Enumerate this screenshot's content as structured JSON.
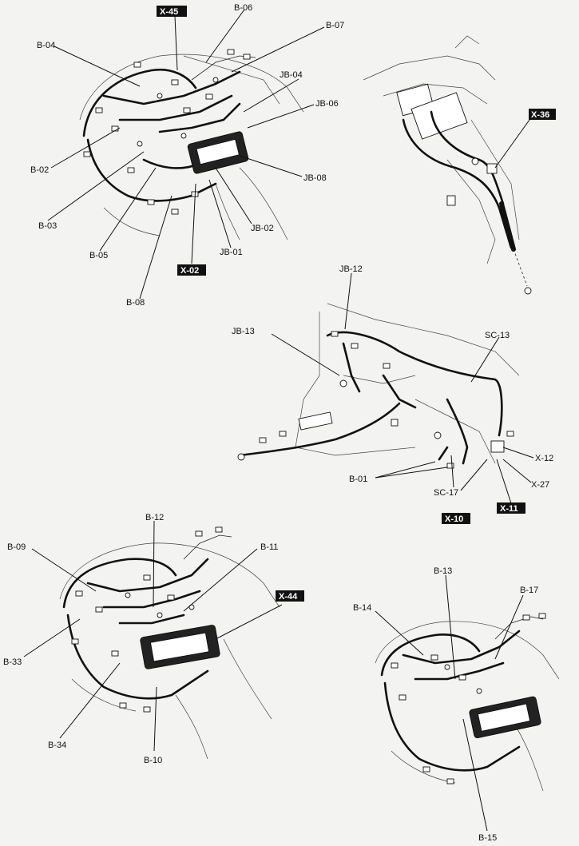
{
  "labels": {
    "X-45": "X-45",
    "B-06": "B-06",
    "B-07": "B-07",
    "B-04": "B-04",
    "JB-04": "JB-04",
    "JB-06": "JB-06",
    "B-02": "B-02",
    "JB-08": "JB-08",
    "B-03": "B-03",
    "JB-02": "JB-02",
    "B-05": "B-05",
    "JB-01": "JB-01",
    "X-02": "X-02",
    "B-08": "B-08",
    "X-36": "X-36",
    "JB-12": "JB-12",
    "JB-13": "JB-13",
    "SC-13": "SC-13",
    "X-12": "X-12",
    "X-27": "X-27",
    "B-01": "B-01",
    "SC-17": "SC-17",
    "X-10": "X-10",
    "X-11": "X-11",
    "B-12": "B-12",
    "B-09": "B-09",
    "B-11": "B-11",
    "X-44": "X-44",
    "B-33": "B-33",
    "B-34": "B-34",
    "B-10": "B-10",
    "B-13": "B-13",
    "B-17": "B-17",
    "B-14": "B-14",
    "B-15": "B-15"
  }
}
